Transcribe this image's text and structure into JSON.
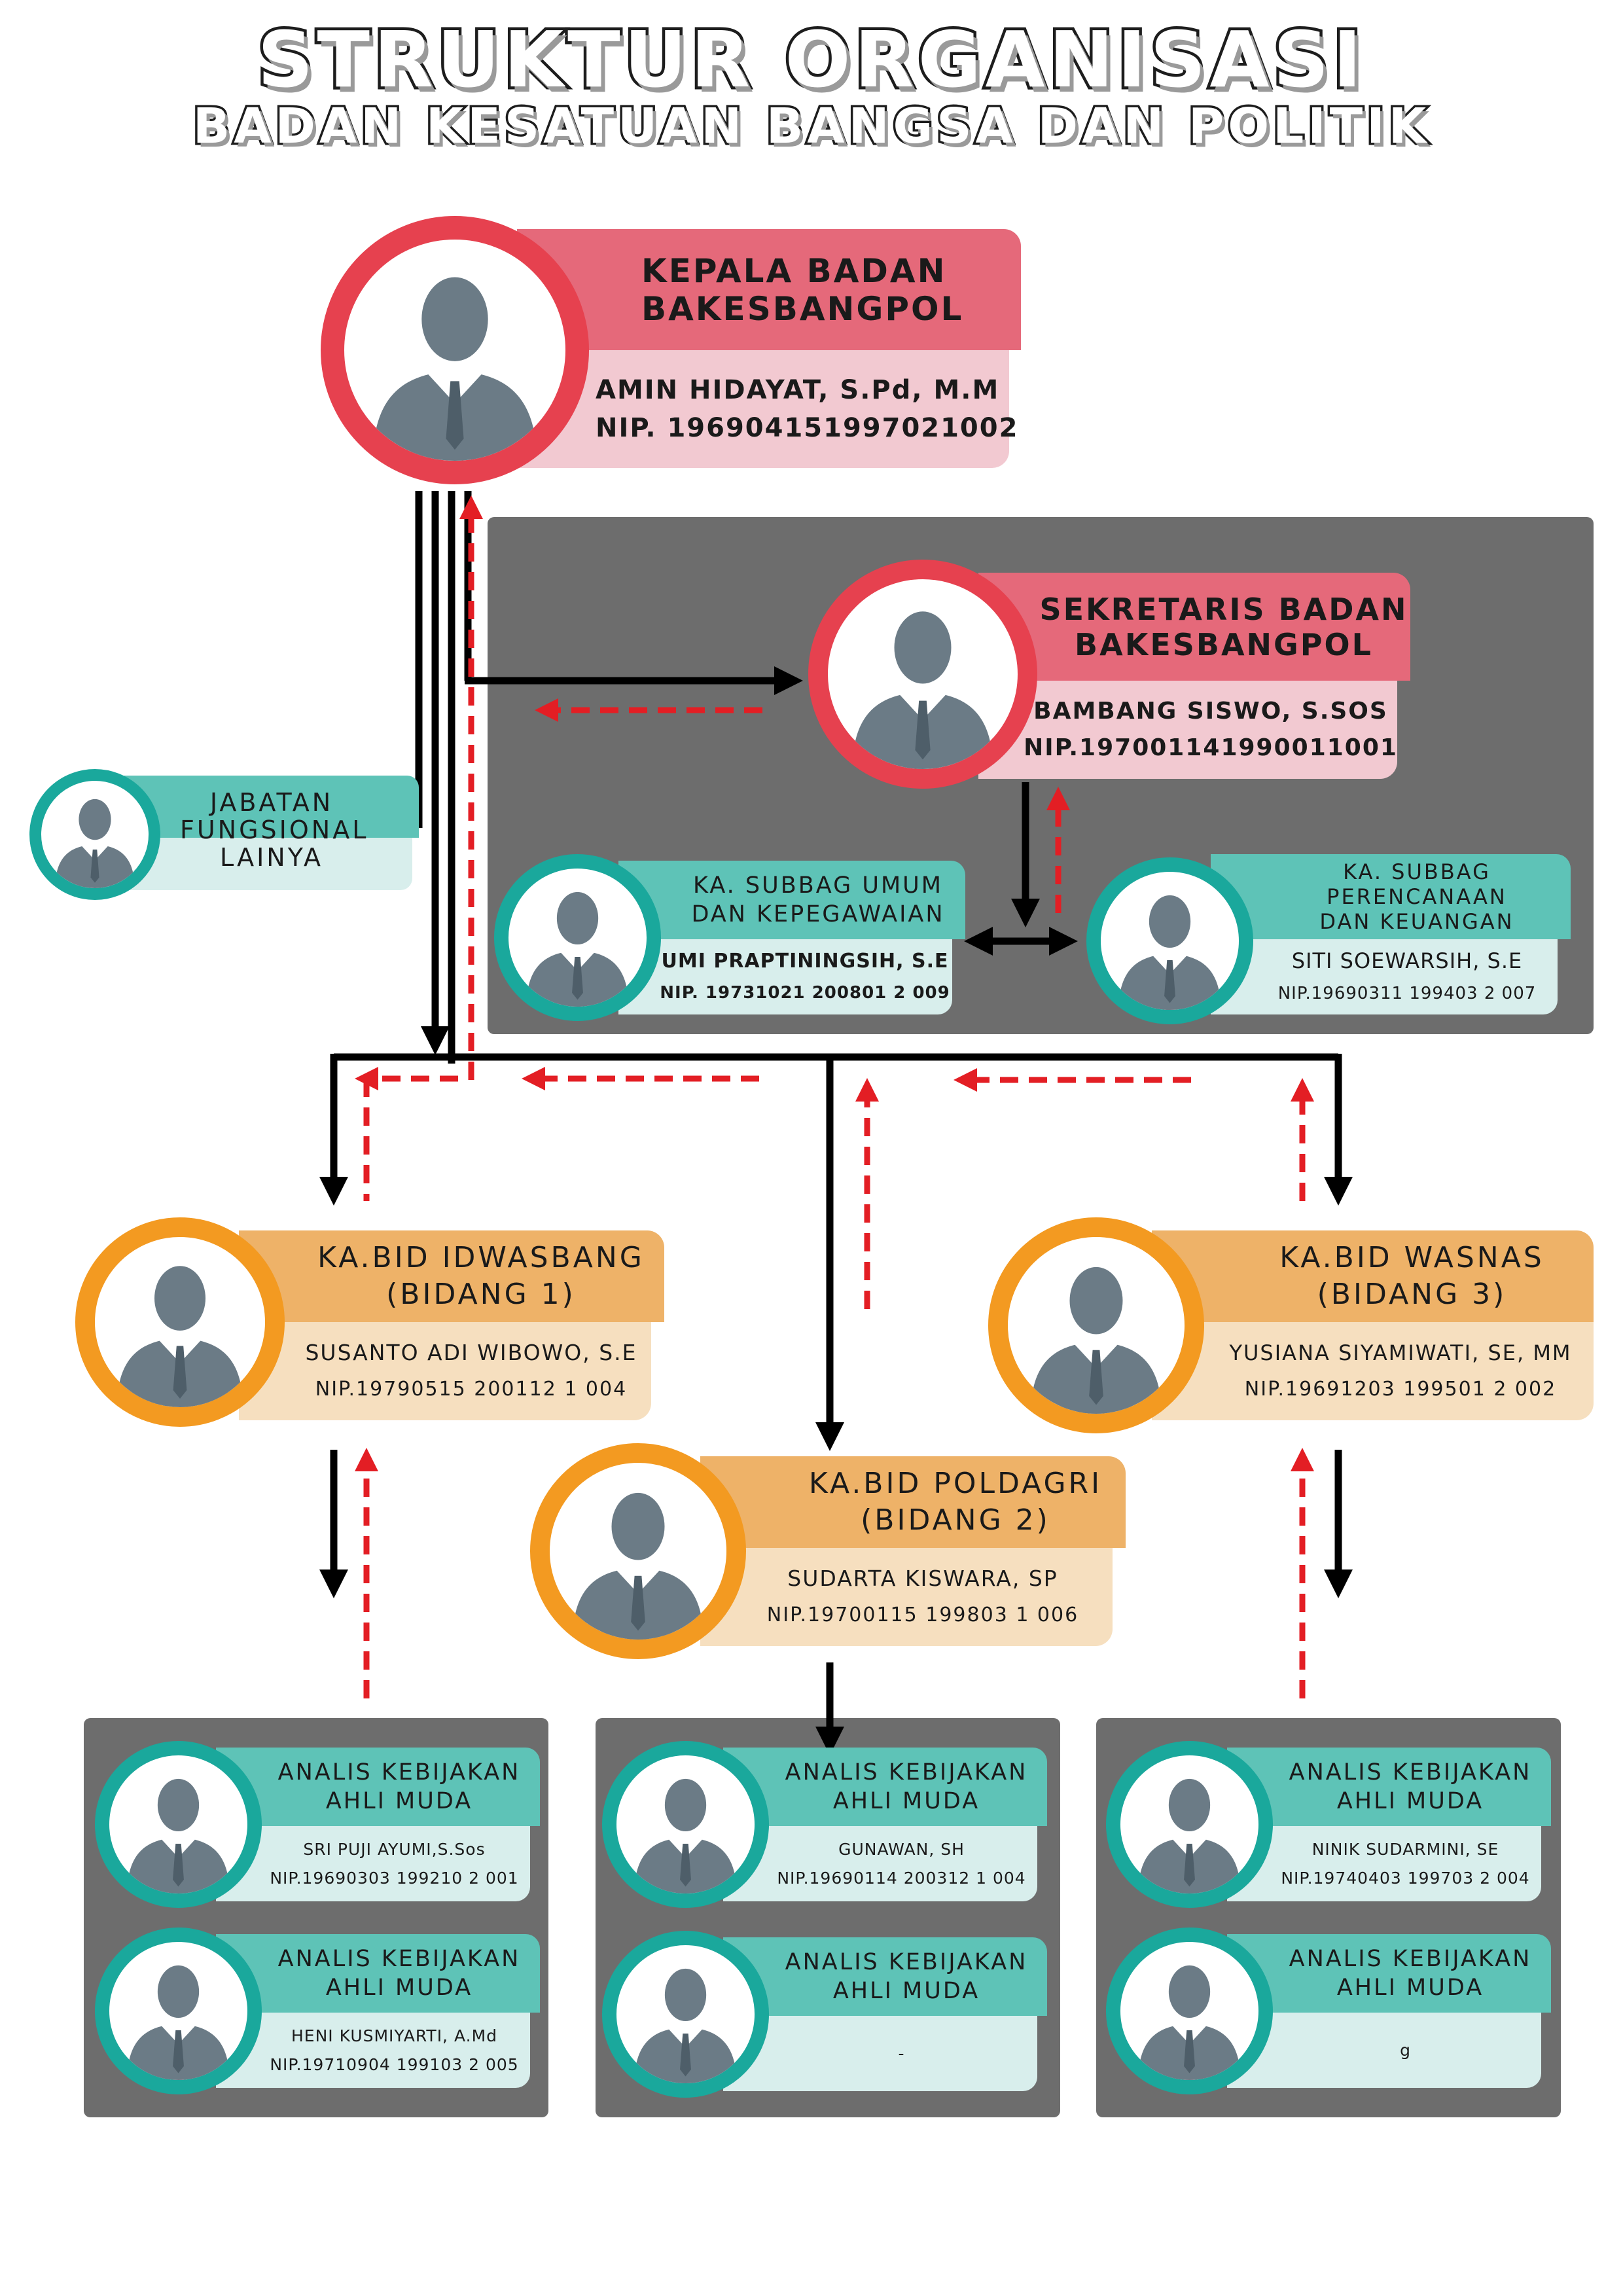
{
  "title": "STRUKTUR ORGANISASI",
  "subtitle": "BADAN KESATUAN BANGSA DAN POLITIK",
  "colors": {
    "red": "#e6414f",
    "red_head": "#e5697a",
    "red_body": "#f2c9d1",
    "teal": "#1aa89c",
    "teal_head": "#5ec3b7",
    "teal_body": "#d8eeec",
    "orange": "#f39a21",
    "orange_head": "#eeb268",
    "orange_body": "#f6dfbf",
    "grey_panel": "#6d6d6d",
    "arrow_black": "#000000",
    "arrow_red": "#e31e24"
  },
  "kepala": {
    "title1": "KEPALA BADAN",
    "title2": "BAKESBANGPOL",
    "name": "AMIN HIDAYAT, S.Pd, M.M",
    "nip": "NIP. 196904151997021002",
    "icon": "person-icon"
  },
  "sekretaris": {
    "title1": "SEKRETARIS BADAN",
    "title2": "BAKESBANGPOL",
    "name": "BAMBANG SISWO, S.SOS",
    "nip": "NIP.197001141990011001"
  },
  "fungsional": {
    "title1": "JABATAN",
    "title2": "FUNGSIONAL",
    "title3": "LAINYA"
  },
  "subbag_umum": {
    "title1": "KA. SUBBAG UMUM",
    "title2": "DAN KEPEGAWAIAN",
    "name": "UMI PRAPTININGSIH, S.E",
    "nip": "NIP. 19731021 200801 2 009"
  },
  "subbag_perencanaan": {
    "title1": "KA. SUBBAG",
    "title2": "PERENCANAAN",
    "title3": "DAN KEUANGAN",
    "name": "SITI SOEWARSIH, S.E",
    "nip": "NIP.19690311 199403 2 007"
  },
  "bidang1": {
    "title1": "KA.BID IDWASBANG",
    "title2": "(BIDANG 1)",
    "name": "SUSANTO ADI WIBOWO, S.E",
    "nip": "NIP.19790515 200112 1 004"
  },
  "bidang2": {
    "title1": "KA.BID POLDAGRI",
    "title2": "(BIDANG 2)",
    "name": "SUDARTA KISWARA, SP",
    "nip": "NIP.19700115 199803 1 006"
  },
  "bidang3": {
    "title1": "KA.BID WASNAS",
    "title2": "(BIDANG 3)",
    "name": "YUSIANA SIYAMIWATI, SE, MM",
    "nip": "NIP.19691203 199501 2 002"
  },
  "analis": [
    {
      "title1": "ANALIS KEBIJAKAN",
      "title2": "AHLI MUDA",
      "name": "SRI PUJI AYUMI,S.Sos",
      "nip": "NIP.19690303 199210 2 001"
    },
    {
      "title1": "ANALIS KEBIJAKAN",
      "title2": "AHLI MUDA",
      "name": "HENI KUSMIYARTI, A.Md",
      "nip": "NIP.19710904 199103 2 005"
    },
    {
      "title1": "ANALIS KEBIJAKAN",
      "title2": "AHLI MUDA",
      "name": "GUNAWAN, SH",
      "nip": "NIP.19690114 200312 1 004"
    },
    {
      "title1": "ANALIS KEBIJAKAN",
      "title2": "AHLI MUDA",
      "name": "-",
      "nip": ""
    },
    {
      "title1": "ANALIS KEBIJAKAN",
      "title2": "AHLI MUDA",
      "name": "NINIK SUDARMINI, SE",
      "nip": "NIP.19740403 199703 2 004"
    },
    {
      "title1": "ANALIS KEBIJAKAN",
      "title2": "AHLI MUDA",
      "name": "g",
      "nip": ""
    }
  ]
}
